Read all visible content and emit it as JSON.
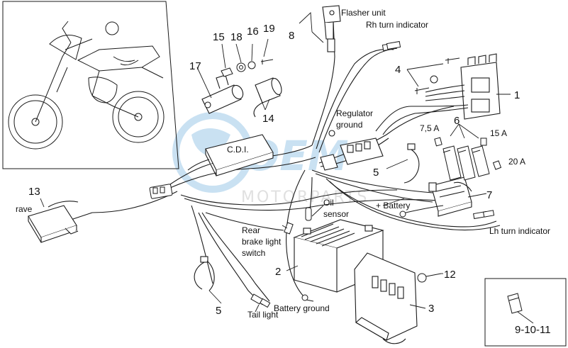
{
  "labels": {
    "flasher_unit": "Flasher unit",
    "rh_turn_indicator": "Rh turn indicator",
    "regulator_ground_1": "Regulator",
    "regulator_ground_2": "ground",
    "cdi": "C.D.I.",
    "rave": "rave",
    "oil_sensor_1": "Oil",
    "oil_sensor_2": "sensor",
    "plus_battery": "+ Battery",
    "rear_brake_1": "Rear",
    "rear_brake_2": "brake light",
    "rear_brake_3": "switch",
    "lh_turn_indicator": "Lh turn indicator",
    "battery_ground": "Battery ground",
    "tail_light": "Tail light",
    "fuse_7_5": "7,5 A",
    "fuse_15": "15 A",
    "fuse_20": "20 A"
  },
  "callouts": {
    "n1": "1",
    "n2": "2",
    "n3": "3",
    "n4": "4",
    "n5a": "5",
    "n5b": "5",
    "n6": "6",
    "n7": "7",
    "n8": "8",
    "n12": "12",
    "n13": "13",
    "n14": "14",
    "n15": "15",
    "n16": "16",
    "n17": "17",
    "n18": "18",
    "n19": "19",
    "n9_10_11": "9-10-11"
  },
  "watermark": {
    "line1": "OEM",
    "line2": "MOTORPARTS"
  },
  "colors": {
    "line": "#1a1a1a",
    "watermark_blue": "#9ec9e8",
    "watermark_gray": "#c8c8c8"
  }
}
